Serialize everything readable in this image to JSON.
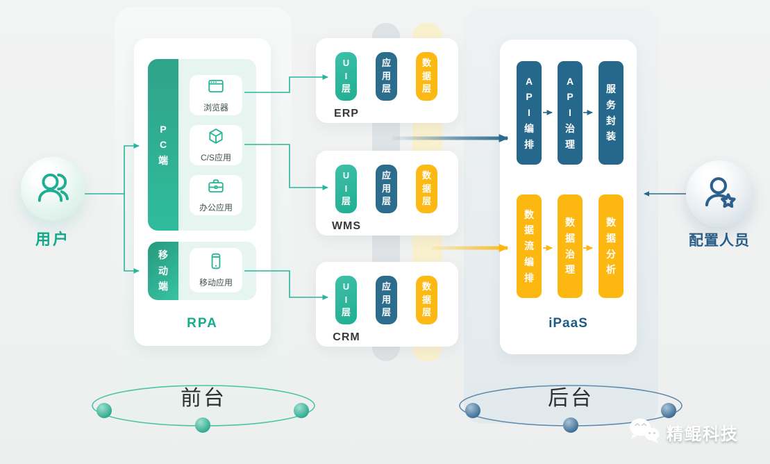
{
  "actors": {
    "user": {
      "label": "用户"
    },
    "config": {
      "label": "配置人员"
    }
  },
  "rpa": {
    "title": "RPA",
    "pc_group": {
      "side_label": "PC端",
      "items": [
        {
          "icon": "browser-icon",
          "label": "浏览器"
        },
        {
          "icon": "cs-app-icon",
          "label": "C/S应用"
        },
        {
          "icon": "office-app-icon",
          "label": "办公应用"
        }
      ]
    },
    "mobile_group": {
      "side_label": "移动端",
      "items": [
        {
          "icon": "mobile-icon",
          "label": "移动应用"
        }
      ]
    }
  },
  "systems": [
    {
      "name": "ERP",
      "layers": [
        "UI层",
        "应用层",
        "数据层"
      ]
    },
    {
      "name": "WMS",
      "layers": [
        "UI层",
        "应用层",
        "数据层"
      ]
    },
    {
      "name": "CRM",
      "layers": [
        "UI层",
        "应用层",
        "数据层"
      ]
    }
  ],
  "ipaas": {
    "title": "iPaaS",
    "api_row": [
      "API编排",
      "API治理",
      "服务封装"
    ],
    "data_row": [
      "数据流编排",
      "数据治理",
      "数据分析"
    ]
  },
  "zones": {
    "front": "前台",
    "back": "后台"
  },
  "watermark": {
    "brand": "精鲲科技"
  },
  "colors": {
    "teal": "#2ab499",
    "dark_blue": "#2c6c8c",
    "yellow": "#fcb811"
  }
}
